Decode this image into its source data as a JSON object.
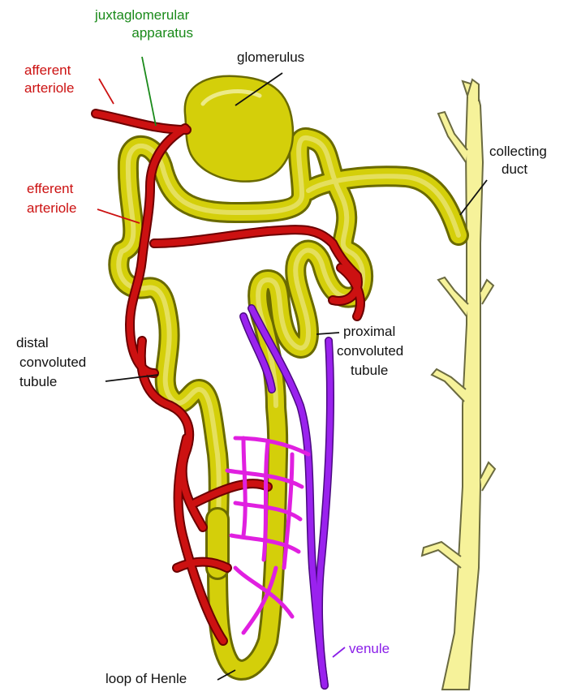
{
  "labels": {
    "juxtaglomerular_apparatus": [
      "juxtaglomerular",
      "apparatus"
    ],
    "afferent_arteriole": [
      "afferent",
      "arteriole"
    ],
    "glomerulus": "glomerulus",
    "collecting_duct": [
      "collecting",
      "duct"
    ],
    "efferent_arteriole": [
      "efferent",
      "arteriole"
    ],
    "distal_convoluted_tubule": [
      "distal",
      "convoluted",
      "tubule"
    ],
    "proximal_convoluted_tubule": [
      "proximal",
      "convoluted",
      "tubule"
    ],
    "venule": "venule",
    "loop_of_henle": "loop of Henle"
  },
  "colors": {
    "tubule": "#d4cf0a",
    "tubule_outline": "#6a6a00",
    "artery": "#cc1111",
    "artery_outline": "#6b0000",
    "vein": "#9a22ee",
    "capillary_pink": "#e020e0",
    "duct": "#f6f29a",
    "duct_outline": "#6a6a40",
    "label_red": "#cc1111",
    "label_green": "#1a8a1a",
    "label_purple": "#8a1ee8",
    "label_black": "#111111"
  }
}
